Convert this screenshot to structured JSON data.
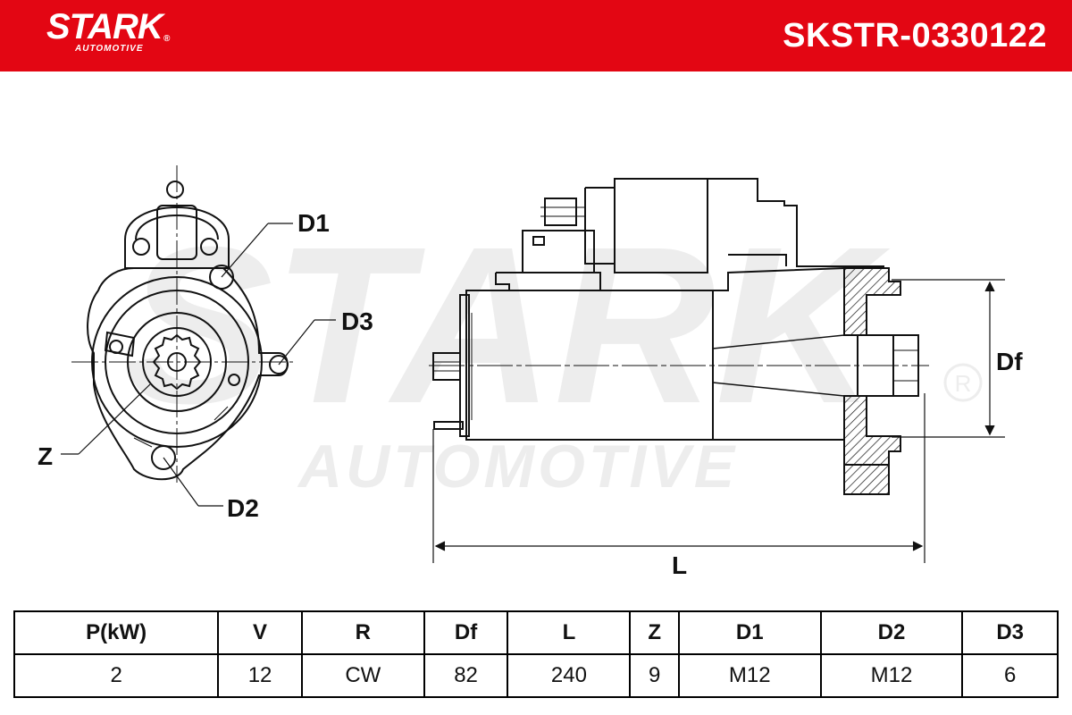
{
  "header": {
    "brand": "STARK",
    "brand_sub": "AUTOMOTIVE",
    "part_number": "SKSTR-0330122",
    "color": "#e30613"
  },
  "watermark": {
    "brand": "STARK",
    "sub": "AUTOMOTIVE",
    "registered": "®"
  },
  "diagram": {
    "labels": {
      "d1": "D1",
      "d2": "D2",
      "d3": "D3",
      "z": "Z",
      "df": "Df",
      "l": "L"
    }
  },
  "spec_table": {
    "headers": [
      "P(kW)",
      "V",
      "R",
      "Df",
      "L",
      "Z",
      "D1",
      "D2",
      "D3"
    ],
    "values": [
      "2",
      "12",
      "CW",
      "82",
      "240",
      "9",
      "M12",
      "M12",
      "6"
    ]
  }
}
